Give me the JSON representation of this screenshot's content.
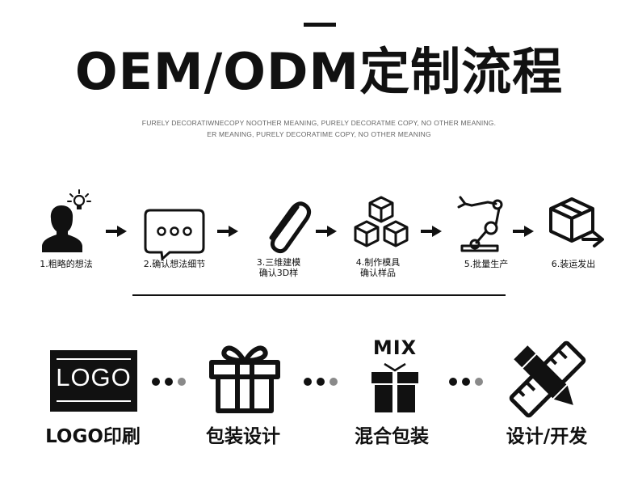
{
  "header": {
    "title": "OEM/ODM定制流程",
    "subtitle_line1": "FURELY DECORATIWNECOPY NOOTHER MEANING, PURELY DECORATME COPY, NO OTHER MEANING.",
    "subtitle_line2": "ER MEANING, PURELY DECORATIME COPY, NO OTHER MEANING"
  },
  "steps": [
    {
      "label": "1.粗略的想法",
      "icon": "person-idea-icon"
    },
    {
      "label": "2.确认想法细节",
      "icon": "chat-bubble-icon"
    },
    {
      "label_line1": "3.三维建模",
      "label_line2": "确认3D样",
      "icon": "paperclip-icon"
    },
    {
      "label_line1": "4.制作模具",
      "label_line2": "确认样品",
      "icon": "cubes-icon"
    },
    {
      "label": "5.批量生产",
      "icon": "robot-arm-icon"
    },
    {
      "label": "6.装运发出",
      "icon": "shipping-box-icon"
    }
  ],
  "services": [
    {
      "label": "LOGO印刷",
      "icon": "logo-print-icon",
      "logo_text": "LOGO"
    },
    {
      "label": "包装设计",
      "icon": "gift-box-icon"
    },
    {
      "label": "混合包装",
      "icon": "mix-box-icon",
      "mix_text": "MIX"
    },
    {
      "label": "设计/开发",
      "icon": "pencil-ruler-icon"
    }
  ],
  "colors": {
    "primary": "#111111",
    "dot_gray": "#8a8a8a",
    "subtitle": "#666666"
  }
}
